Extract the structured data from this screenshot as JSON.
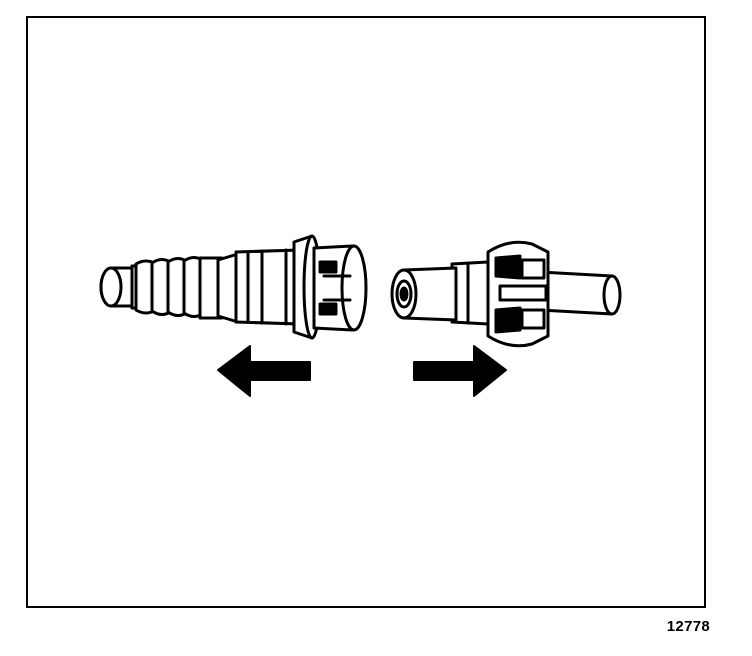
{
  "figure": {
    "number": "12778"
  },
  "colors": {
    "ink": "#000000",
    "paper": "#ffffff"
  },
  "parts": {
    "left_part": "quick-connect-fitting-with-ribbed-tube",
    "right_part": "pipe-end-with-retainer-clip"
  },
  "arrows": [
    {
      "name": "arrow-left",
      "direction": "left"
    },
    {
      "name": "arrow-right",
      "direction": "right"
    }
  ]
}
